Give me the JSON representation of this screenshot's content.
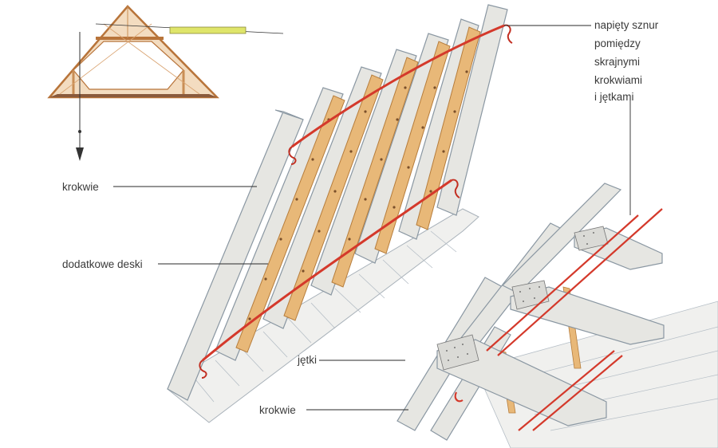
{
  "labels": {
    "cord": [
      "napięty sznur",
      "pomiędzy",
      "skrajnymi",
      "krokwiami",
      "i jętkami"
    ],
    "rafters_left": "krokwie",
    "extra_boards": "dodatkowe deski",
    "collar_beams": "jętki",
    "rafters_bottom": "krokwie"
  },
  "colors": {
    "timber": "#e6e6e2",
    "timber_edge": "#8a97a2",
    "board": "#e8b878",
    "cord": "#d4392b",
    "roof_outline": "#b8743a",
    "level": "#dfe56a"
  }
}
